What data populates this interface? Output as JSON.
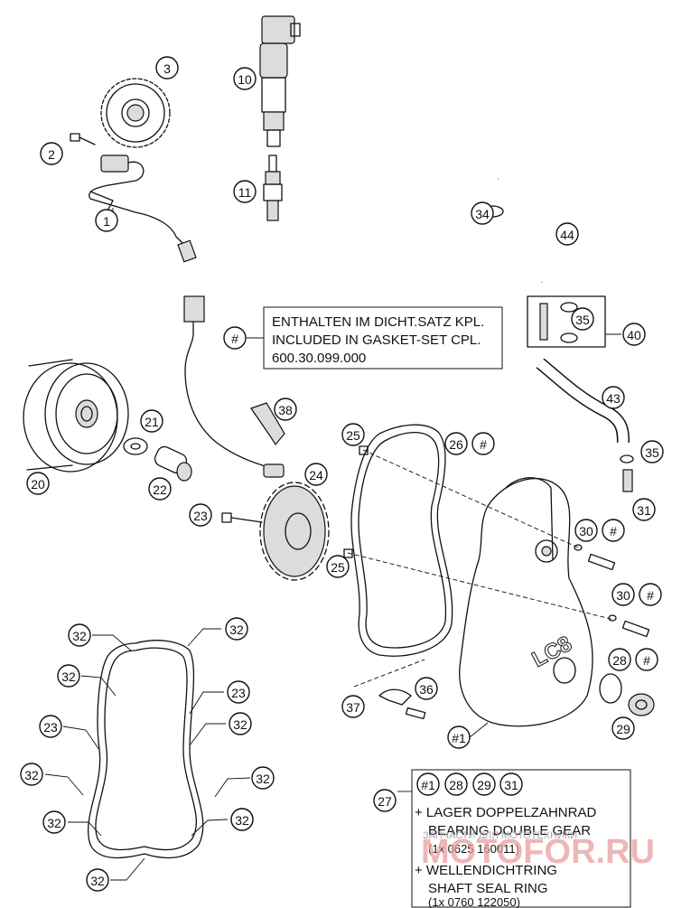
{
  "callouts": [
    {
      "label": "1"
    },
    {
      "label": "2"
    },
    {
      "label": "3"
    },
    {
      "label": "10"
    },
    {
      "label": "11"
    },
    {
      "label": "34"
    },
    {
      "label": "44"
    },
    {
      "label": "35"
    },
    {
      "label": "40"
    },
    {
      "label": "#"
    },
    {
      "label": "21"
    },
    {
      "label": "20"
    },
    {
      "label": "22"
    },
    {
      "label": "38"
    },
    {
      "label": "24"
    },
    {
      "label": "23"
    },
    {
      "label": "25"
    },
    {
      "label": "26"
    },
    {
      "label": "#"
    },
    {
      "label": "43"
    },
    {
      "label": "35"
    },
    {
      "label": "31"
    },
    {
      "label": "30"
    },
    {
      "label": "#"
    },
    {
      "label": "25"
    },
    {
      "label": "30"
    },
    {
      "label": "#"
    },
    {
      "label": "28"
    },
    {
      "label": "#"
    },
    {
      "label": "29"
    },
    {
      "label": "36"
    },
    {
      "label": "37"
    },
    {
      "label": "#1"
    },
    {
      "label": "32"
    },
    {
      "label": "32"
    },
    {
      "label": "32"
    },
    {
      "label": "23"
    },
    {
      "label": "23"
    },
    {
      "label": "32"
    },
    {
      "label": "32"
    },
    {
      "label": "32"
    },
    {
      "label": "32"
    },
    {
      "label": "23"
    },
    {
      "label": "32"
    },
    {
      "label": "32"
    },
    {
      "label": "27"
    },
    {
      "label": "#1"
    },
    {
      "label": "28"
    },
    {
      "label": "29"
    },
    {
      "label": "31"
    }
  ],
  "note_top": {
    "line1": "ENTHALTEN IM DICHT.SATZ KPL.",
    "line2": "INCLUDED IN GASKET-SET CPL.",
    "line3": "600.30.099.000"
  },
  "note_bottom": {
    "line1": "+ LAGER DOPPELZAHNRAD",
    "line2": "BEARING DOUBLE GEAR",
    "line3": "(1x 0625 160011)",
    "line4": "+ WELLENDICHTRING",
    "line5": "SHAFT SEAL RING",
    "line6": "(1x 0760 122050)"
  },
  "cover_logo": "LC8",
  "watermark": {
    "brand": "MOTOFOR.RU",
    "tagline": "ЗАПЧАСТИ ДЛЯ МОТОТЕХНИКИ"
  }
}
